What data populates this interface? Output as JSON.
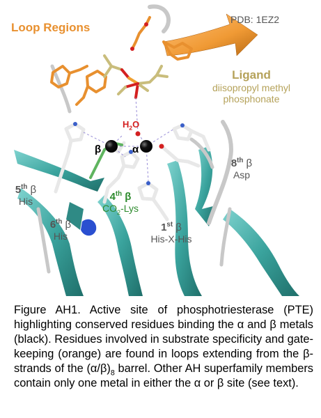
{
  "pdb_label": "PDB: 1EZ2",
  "loop_label": "Loop Regions",
  "ligand": {
    "title": "Ligand",
    "line1": "diisopropyl methyl",
    "line2": "phosphonate"
  },
  "water": {
    "h": "H",
    "sub": "2",
    "o": "O"
  },
  "metals": {
    "alpha": "α",
    "beta": "β"
  },
  "strands": {
    "s5": {
      "num": "5",
      "sup": "th",
      "beta": "β",
      "res": "His"
    },
    "s6": {
      "num": "6",
      "sup": "th",
      "beta": "β",
      "res": "His"
    },
    "s4": {
      "num": "4",
      "sup": "th",
      "beta": "β",
      "res_a": "CO",
      "res_sub": "2",
      "res_b": "-Lys"
    },
    "s1": {
      "num": "1",
      "sup": "st",
      "beta": "β",
      "res": "His-X-His"
    },
    "s8": {
      "num": "8",
      "sup": "th",
      "beta": "β",
      "res": "Asp"
    }
  },
  "caption": {
    "part1": "Figure AH1.  Active site of phosphotriesterase (PTE) highlighting conserved residues binding the α and β metals (black).  Residues involved in substrate specificity and gate-keeping (orange) are found in loops extending from the β-strands of the (α/β)",
    "sub": "8",
    "part2": " barrel.  Other AH superfamily members contain only one metal in either the α or β site (see text)."
  },
  "colors": {
    "loop_orange": "#E8902F",
    "ligand_gold": "#B5A25A",
    "strand4_green": "#2E8B2E",
    "water_red": "#D42020",
    "ribbon_teal": "#4FB5B0",
    "gray_label": "#555555"
  }
}
